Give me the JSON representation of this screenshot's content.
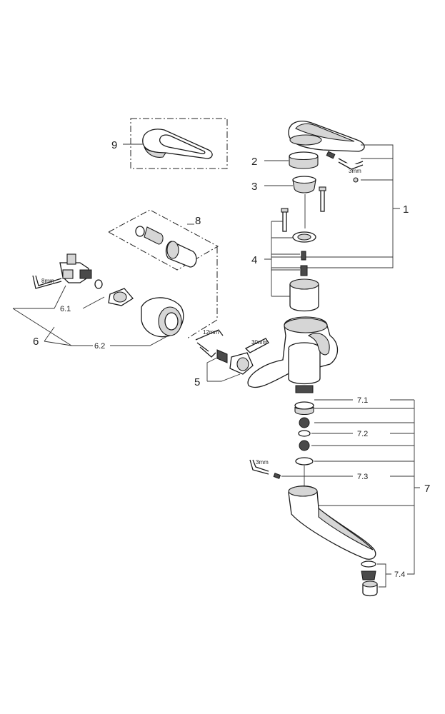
{
  "labels": {
    "p1": "1",
    "p2": "2",
    "p3": "3",
    "p4": "4",
    "p5": "5",
    "p6": "6",
    "p6_1": "6.1",
    "p6_2": "6.2",
    "p7": "7",
    "p7_1": "7.1",
    "p7_2": "7.2",
    "p7_3": "7.3",
    "p7_4": "7.4",
    "p8": "8",
    "p9": "9"
  },
  "tools": {
    "hex_3mm_top": "3mm",
    "hex_8mm": "8mm",
    "hex_12mm": "12mm",
    "wrench_30mm": "30mm",
    "hex_3mm_spout": "3mm"
  }
}
